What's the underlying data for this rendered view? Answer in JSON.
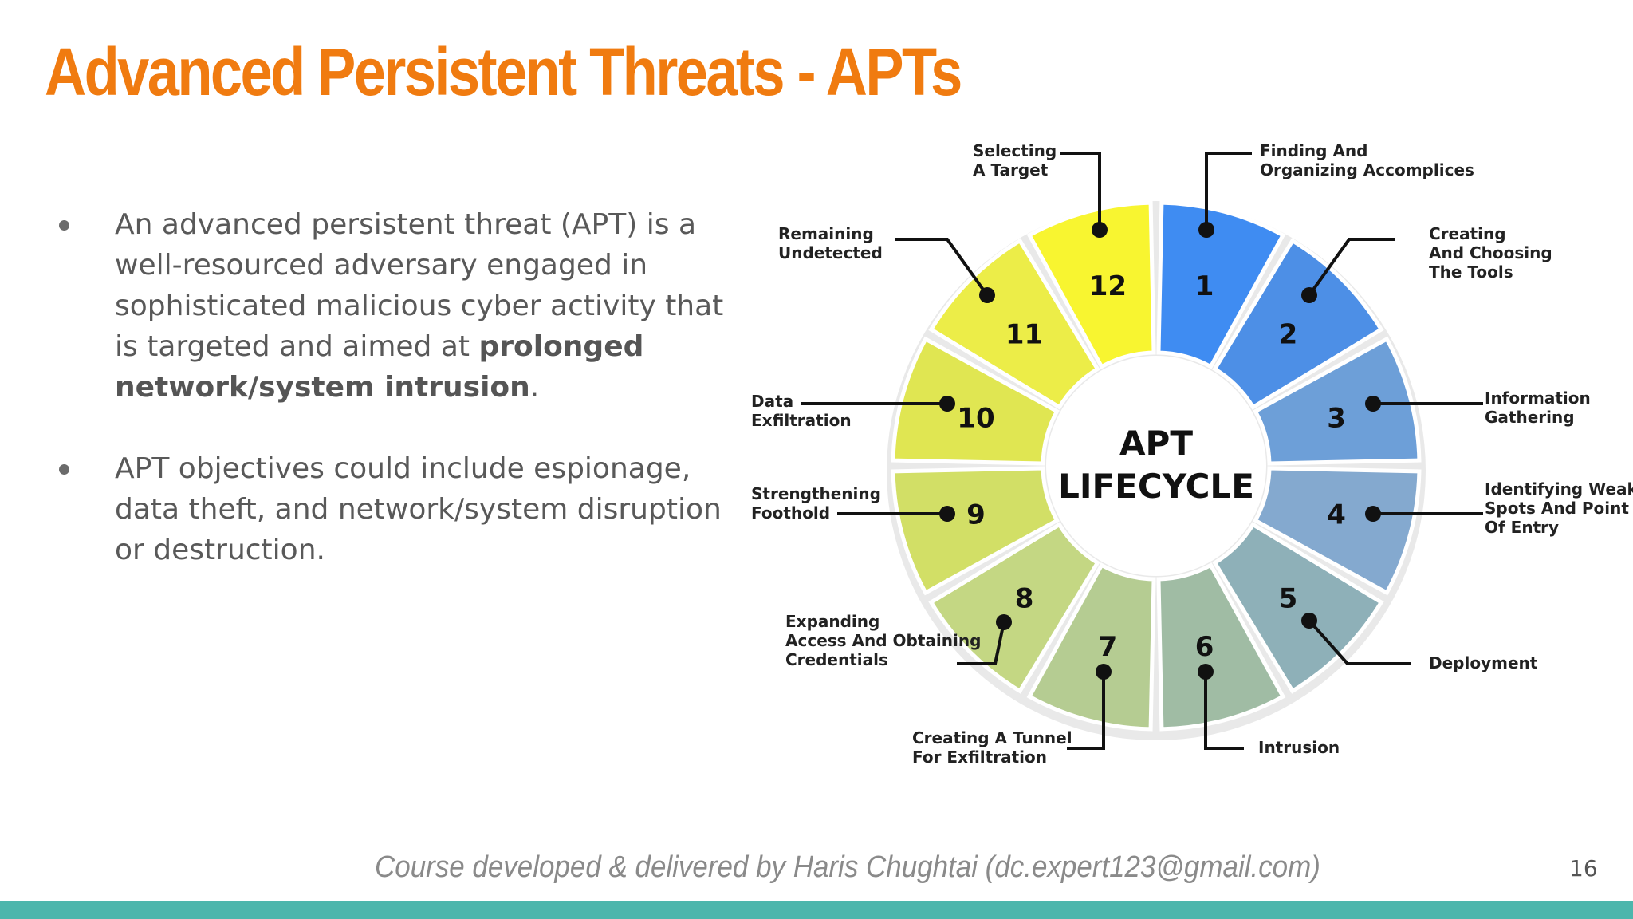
{
  "title": "Advanced Persistent Threats - APTs",
  "bullets": [
    {
      "text_before": "An advanced persistent threat (APT) is a well-resourced adversary engaged in sophisticated malicious cyber activity that is targeted and aimed at ",
      "bold": "prolonged network/system intrusion",
      "text_after": "."
    },
    {
      "text_before": "APT objectives could include espionage, data theft, and network/system disruption or destruction.",
      "bold": "",
      "text_after": ""
    }
  ],
  "diagram": {
    "center_line1": "APT",
    "center_line2": "LIFECYCLE",
    "stages": [
      {
        "num": "1",
        "label": [
          "Selecting",
          "A Target"
        ],
        "color": "#3f8cf2"
      },
      {
        "num": "2",
        "label": [
          "Finding And",
          "Organizing Accomplices"
        ],
        "color": "#4d8fe6"
      },
      {
        "num": "3",
        "label": [
          "Creating",
          "And Choosing",
          "The Tools"
        ],
        "color": "#6d9fd8"
      },
      {
        "num": "4",
        "label": [
          "Information",
          "Gathering"
        ],
        "color": "#84a9cf"
      },
      {
        "num": "5",
        "label": [
          "Identifying Weak",
          "Spots And Point",
          "Of Entry"
        ],
        "color": "#8eb0b8"
      },
      {
        "num": "6",
        "label": [
          "Deployment"
        ],
        "color": "#a0bca4"
      },
      {
        "num": "7",
        "label": [
          "Intrusion"
        ],
        "color": "#b5cc92"
      },
      {
        "num": "8",
        "label": [
          "Creating A Tunnel",
          "For Exfiltration"
        ],
        "color": "#c4d783"
      },
      {
        "num": "9",
        "label": [
          "Expanding",
          "Access And Obtaining",
          "Credentials"
        ],
        "color": "#d2df66"
      },
      {
        "num": "10",
        "label": [
          "Strengthening",
          "Foothold"
        ],
        "color": "#e0e652"
      },
      {
        "num": "11",
        "label": [
          "Data",
          "Exfiltration"
        ],
        "color": "#eced48"
      },
      {
        "num": "12",
        "label": [
          "Remaining",
          "Undetected"
        ],
        "color": "#f8f530"
      }
    ]
  },
  "footer": {
    "credit": "Course developed & delivered by Haris Chughtai (dc.expert123@gmail.com)",
    "page_number": "16"
  }
}
